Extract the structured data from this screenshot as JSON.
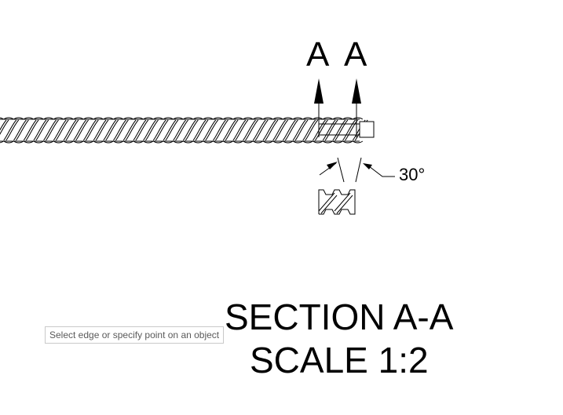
{
  "drawing": {
    "section_label_left": "A",
    "section_label_right": "A",
    "angle_annotation": "30°",
    "section_title": "SECTION A-A",
    "scale_label": "SCALE 1:2"
  },
  "tooltip": {
    "prompt": "Select edge or specify point on an object"
  }
}
